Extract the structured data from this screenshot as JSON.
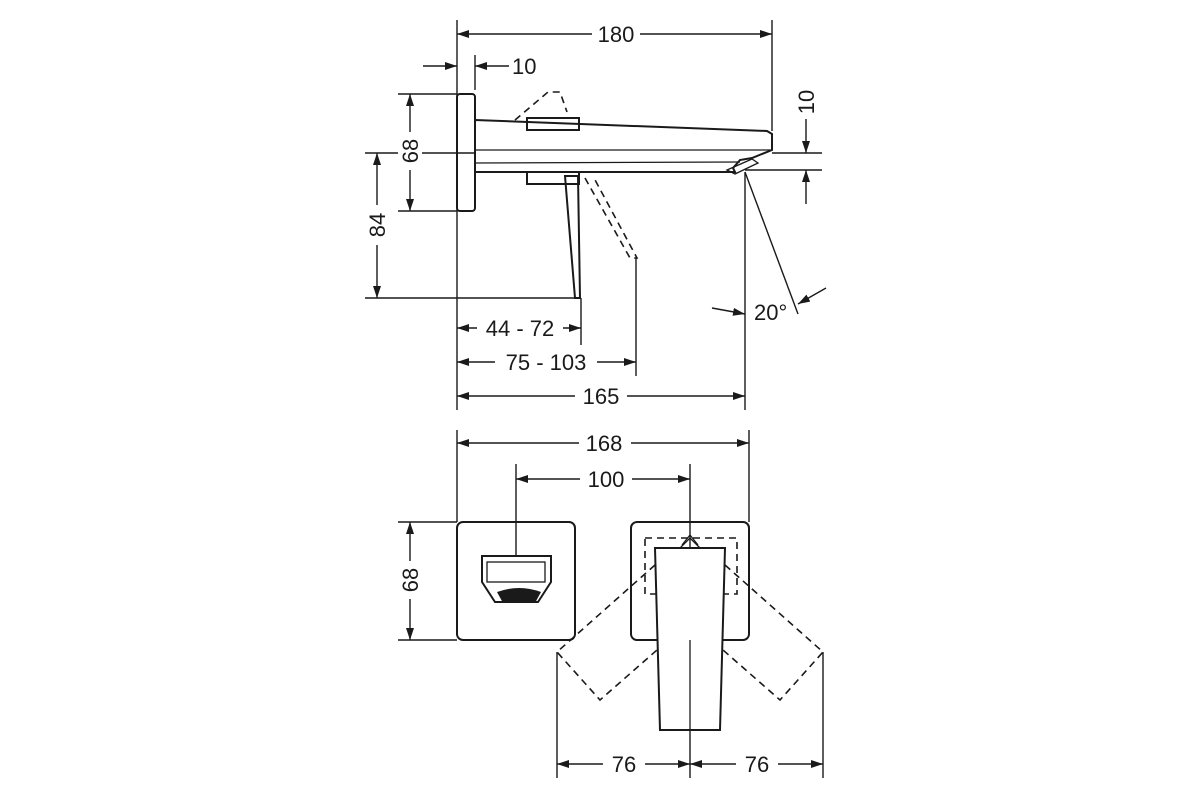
{
  "dimensions": {
    "side": {
      "total_length": "180",
      "plate_thickness": "10",
      "plate_height": "68",
      "lever_drop": "84",
      "spout_height": "10",
      "angle": "20°",
      "handle_reach": "44 - 72",
      "handle_reach_open": "75 - 103",
      "spout_reach": "165"
    },
    "front": {
      "overall_width": "168",
      "center_distance": "100",
      "plate_height": "68",
      "lever_swing_left": "76",
      "lever_swing_right": "76"
    }
  }
}
